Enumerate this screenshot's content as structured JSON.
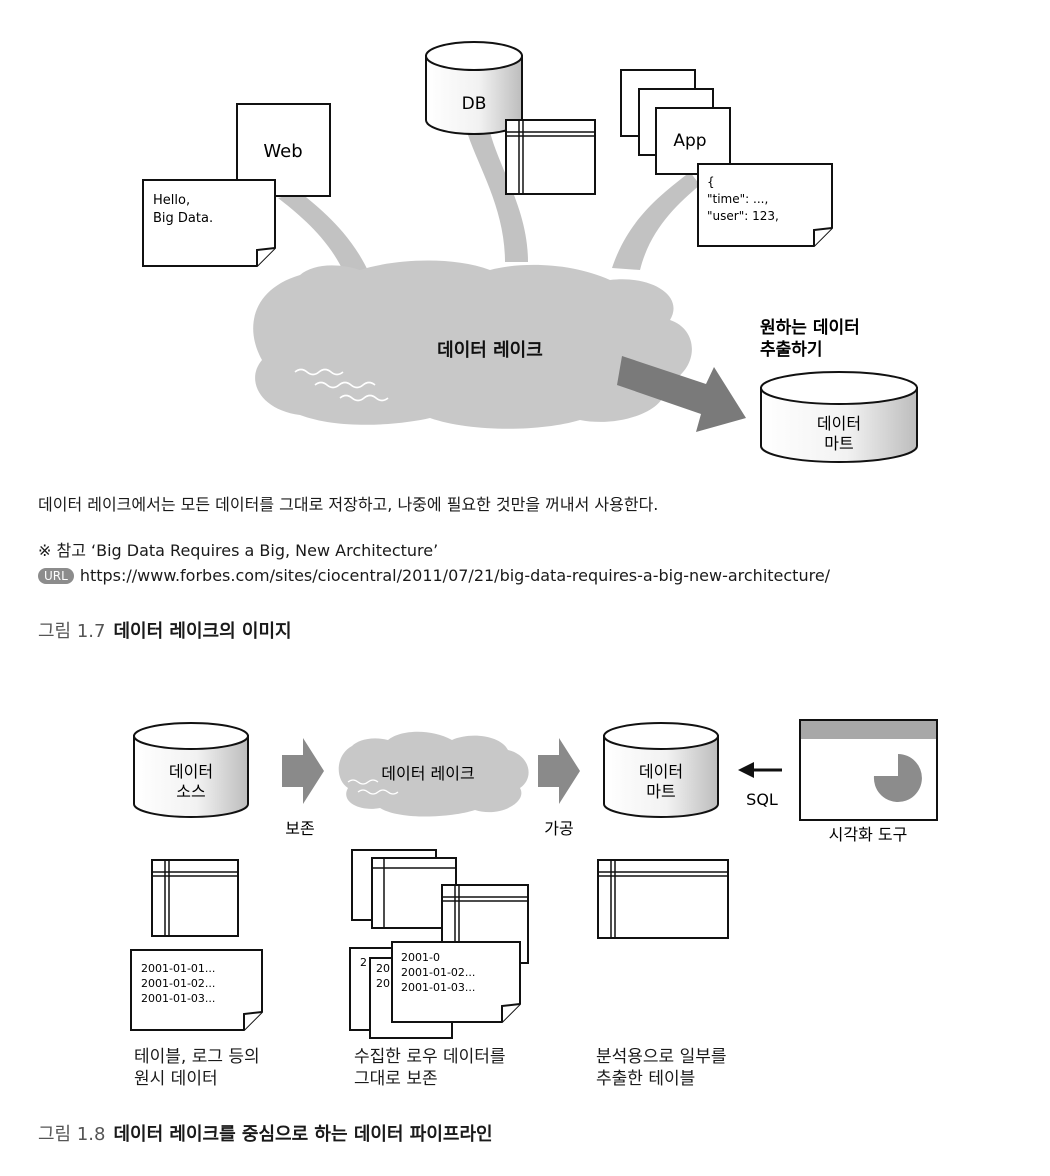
{
  "figure1": {
    "sources": {
      "web": "Web",
      "web_doc": [
        "Hello,",
        "Big Data."
      ],
      "db": "DB",
      "app": "App",
      "app_doc": [
        "{",
        "\"time\": ...,",
        "\"user\": 123,"
      ]
    },
    "lake_label": "데이터 레이크",
    "extract_label": [
      "원하는 데이터",
      "추출하기"
    ],
    "mart_label": [
      "데이터",
      "마트"
    ]
  },
  "caption1": {
    "description": "데이터 레이크에서는 모든 데이터를 그대로 저장하고, 나중에 필요한 것만을 꺼내서 사용한다.",
    "note": "※ 참고 ‘Big Data Requires a Big, New Architecture’",
    "url_badge": "URL",
    "url": "https://www.forbes.com/sites/ciocentral/2011/07/21/big-data-requires-a-big-new-architecture/",
    "figure_number": "그림 1.7",
    "figure_title": "데이터 레이크의 이미지"
  },
  "figure2": {
    "source_label": [
      "데이터",
      "소스"
    ],
    "store_label": "보존",
    "lake_label": "데이터 레이크",
    "process_label": "가공",
    "mart_label": [
      "데이터",
      "마트"
    ],
    "sql_label": "SQL",
    "viz_label": "시각화 도구",
    "raw_lines": [
      "2001-01-01...",
      "2001-01-02...",
      "2001-01-03..."
    ],
    "stack_lines": [
      "2001-0",
      "2001-01-02...",
      "2001-01-03..."
    ],
    "stack_hidden": [
      "2",
      "20",
      "20"
    ],
    "col1_caption": "테이블, 로그 등의\n원시 데이터",
    "col2_caption": "수집한 로우 데이터를\n그대로 보존",
    "col3_caption": "분석용으로 일부를\n추출한 테이블"
  },
  "caption2": {
    "figure_number": "그림 1.8",
    "figure_title": "데이터 레이크를 중심으로 하는 데이터 파이프라인"
  }
}
